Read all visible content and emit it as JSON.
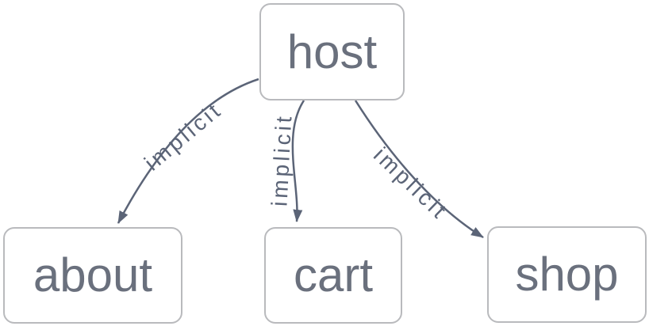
{
  "diagram": {
    "nodes": [
      {
        "id": "host",
        "label": "host"
      },
      {
        "id": "about",
        "label": "about"
      },
      {
        "id": "cart",
        "label": "cart"
      },
      {
        "id": "shop",
        "label": "shop"
      }
    ],
    "edges": [
      {
        "from": "host",
        "to": "about",
        "label": "implicit"
      },
      {
        "from": "host",
        "to": "cart",
        "label": "implicit"
      },
      {
        "from": "host",
        "to": "shop",
        "label": "implicit"
      }
    ],
    "colors": {
      "node_fill": "#ffffff",
      "node_border": "#b9babd",
      "node_text": "#6a707d",
      "edge": "#5b6477"
    }
  }
}
